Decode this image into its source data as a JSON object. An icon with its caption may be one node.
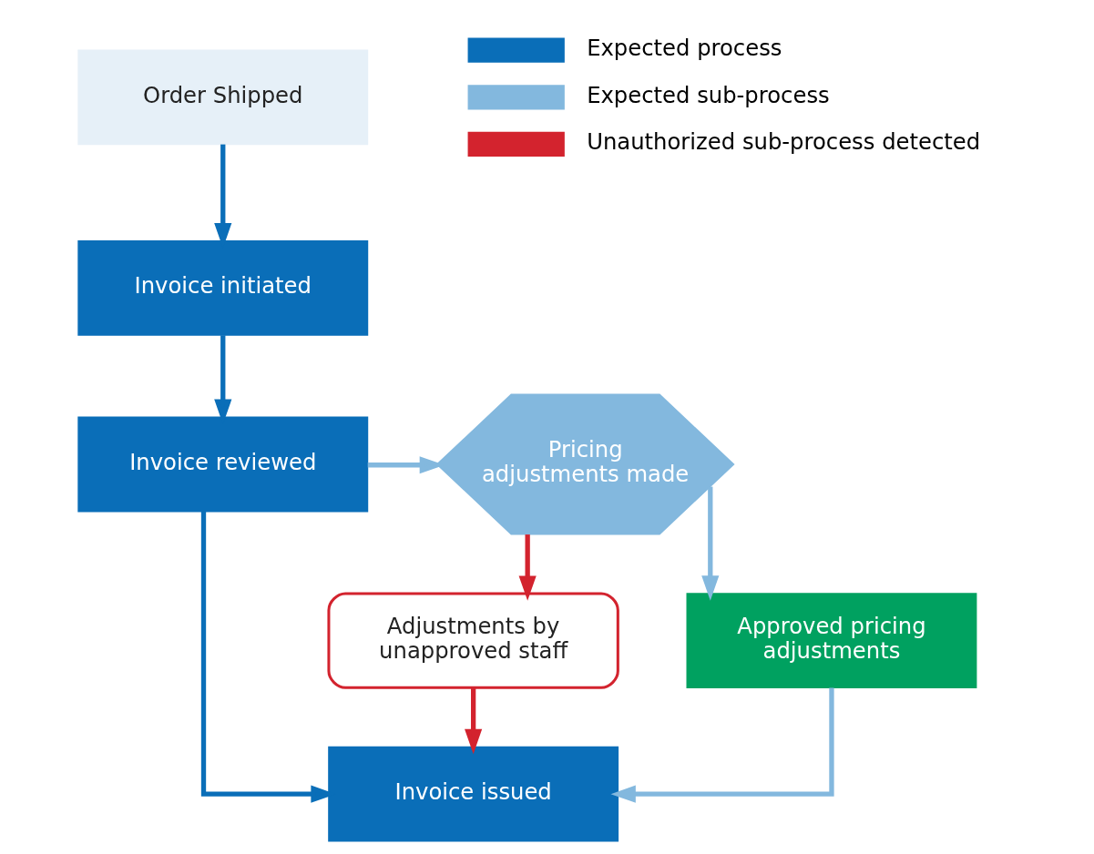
{
  "diagram": {
    "nodes": [
      {
        "text": [
          "Order Shipped"
        ]
      },
      {
        "text": [
          "Invoice initiated"
        ]
      },
      {
        "text": [
          "Invoice reviewed"
        ]
      },
      {
        "text": [
          "Pricing adjustments made"
        ]
      },
      {
        "text": [
          "Adjustments by unapproved staff"
        ]
      },
      {
        "text": [
          "Approved pricing adjustments"
        ]
      },
      {
        "text": [
          "Invoice issued"
        ]
      }
    ],
    "edges": [
      {
        "from": 0,
        "to": 1,
        "arrow": "to",
        "color": "#0a6eb8"
      },
      {
        "from": 1,
        "to": 2,
        "arrow": "to",
        "color": "#0a6eb8"
      },
      {
        "from": 2,
        "to": 3,
        "arrow": "to",
        "color": "#83b8de"
      },
      {
        "from": 2,
        "to": 6,
        "arrow": "to",
        "color": "#0a6eb8"
      },
      {
        "from": 3,
        "to": 4,
        "arrow": "to",
        "color": "#d3232e"
      },
      {
        "from": 3,
        "to": 5,
        "arrow": "to",
        "color": "#83b8de"
      },
      {
        "from": 5,
        "to": 6,
        "arrow": "to",
        "color": "#83b8de"
      },
      {
        "from": 4,
        "to": 6,
        "arrow": "to",
        "color": "#d3232e"
      }
    ],
    "legend": [
      {
        "text": "Expected process",
        "color": "#0a6eb8"
      },
      {
        "text": "Expected sub-process",
        "color": "#83b8de"
      },
      {
        "text": "Unauthorized sub-process detected",
        "color": "#d3232e"
      }
    ]
  }
}
